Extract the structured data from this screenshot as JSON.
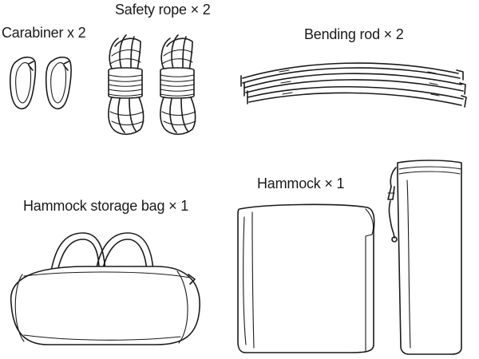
{
  "items": {
    "carabiner": {
      "label": "Carabiner x 2"
    },
    "safety_rope": {
      "label": "Safety rope × 2"
    },
    "bending_rod": {
      "label": "Bending rod × 2"
    },
    "storage_bag": {
      "label": "Hammock storage bag × 1"
    },
    "hammock": {
      "label": "Hammock × 1"
    }
  },
  "colors": {
    "line": "#1a1a1a",
    "background": "#ffffff"
  }
}
